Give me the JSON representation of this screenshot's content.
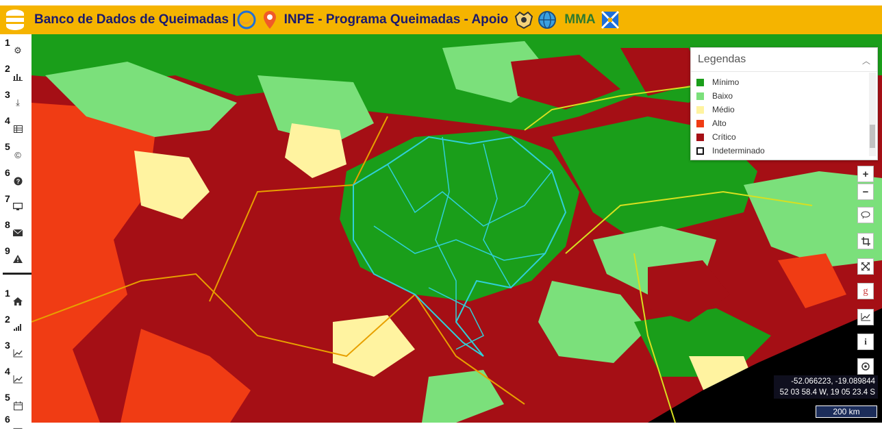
{
  "header": {
    "title": "Banco de Dados de Queimadas |",
    "program": "INPE - Programa Queimadas - Apoio",
    "mma": "MMA"
  },
  "sidebar": {
    "top_items": [
      {
        "num": "1",
        "icon": "gears-icon"
      },
      {
        "num": "2",
        "icon": "bar-chart-icon"
      },
      {
        "num": "3",
        "icon": "download-icon"
      },
      {
        "num": "4",
        "icon": "table-icon"
      },
      {
        "num": "5",
        "icon": "copyright-icon"
      },
      {
        "num": "6",
        "icon": "help-icon"
      },
      {
        "num": "7",
        "icon": "monitor-icon"
      },
      {
        "num": "8",
        "icon": "envelope-icon"
      },
      {
        "num": "9",
        "icon": "warning-icon"
      }
    ],
    "bottom_items": [
      {
        "num": "1",
        "icon": "home-icon"
      },
      {
        "num": "2",
        "icon": "chart-icon"
      },
      {
        "num": "3",
        "icon": "line-chart-icon"
      },
      {
        "num": "4",
        "icon": "line-chart-icon"
      },
      {
        "num": "5",
        "icon": "calendar-icon"
      },
      {
        "num": "6",
        "icon": "menu-icon"
      }
    ]
  },
  "legend": {
    "title": "Legendas",
    "items": [
      {
        "label": "Mínimo",
        "color": "#1a9e1a"
      },
      {
        "label": "Baixo",
        "color": "#7be07b"
      },
      {
        "label": "Médio",
        "color": "#fff3a0"
      },
      {
        "label": "Alto",
        "color": "#f03c14"
      },
      {
        "label": "Crítico",
        "color": "#a50f15"
      },
      {
        "label": "Indeterminado",
        "color": "#ffffff"
      }
    ]
  },
  "map": {
    "coords_decimal": "-52.066223, -19.089844",
    "coords_dms": "52 03 58.4 W, 19 05 23.4 S",
    "scale": "200 km"
  }
}
